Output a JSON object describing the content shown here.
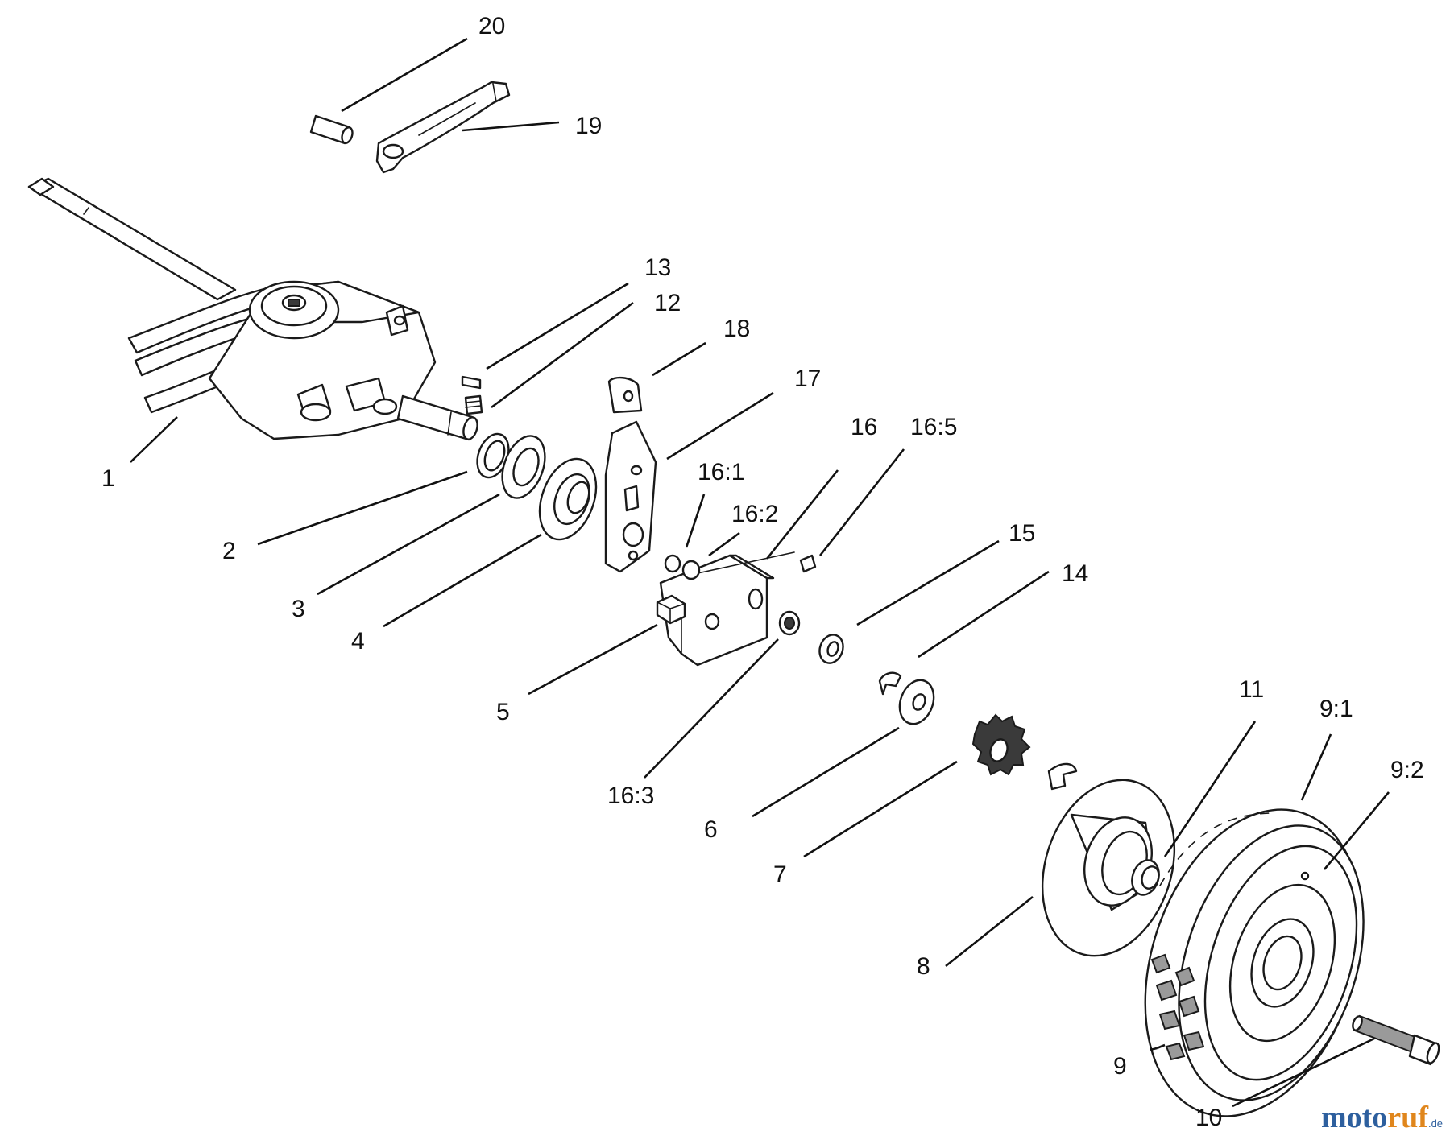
{
  "callouts": [
    {
      "id": "1",
      "label": "1"
    },
    {
      "id": "2",
      "label": "2"
    },
    {
      "id": "3",
      "label": "3"
    },
    {
      "id": "4",
      "label": "4"
    },
    {
      "id": "5",
      "label": "5"
    },
    {
      "id": "6",
      "label": "6"
    },
    {
      "id": "7",
      "label": "7"
    },
    {
      "id": "8",
      "label": "8"
    },
    {
      "id": "9",
      "label": "9"
    },
    {
      "id": "9-1",
      "label": "9:1"
    },
    {
      "id": "9-2",
      "label": "9:2"
    },
    {
      "id": "10",
      "label": "10"
    },
    {
      "id": "11",
      "label": "11"
    },
    {
      "id": "12",
      "label": "12"
    },
    {
      "id": "13",
      "label": "13"
    },
    {
      "id": "14",
      "label": "14"
    },
    {
      "id": "15",
      "label": "15"
    },
    {
      "id": "16",
      "label": "16"
    },
    {
      "id": "16-1",
      "label": "16:1"
    },
    {
      "id": "16-2",
      "label": "16:2"
    },
    {
      "id": "16-3",
      "label": "16:3"
    },
    {
      "id": "16-5",
      "label": "16:5"
    },
    {
      "id": "17",
      "label": "17"
    },
    {
      "id": "18",
      "label": "18"
    },
    {
      "id": "19",
      "label": "19"
    },
    {
      "id": "20",
      "label": "20"
    }
  ],
  "watermark": {
    "part_a": "moto",
    "part_b": "ruf",
    "suffix": ".de"
  }
}
